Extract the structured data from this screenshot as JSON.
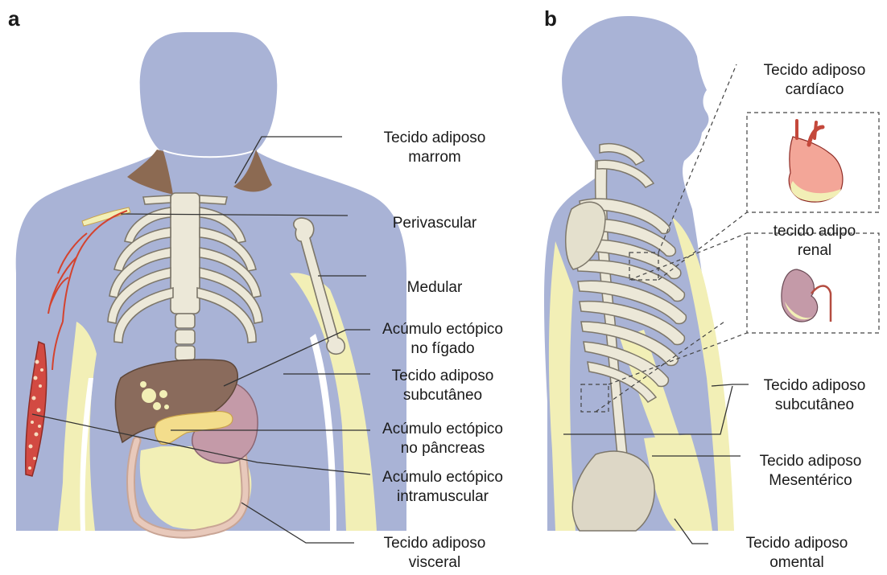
{
  "panels": {
    "a": {
      "letter": "a"
    },
    "b": {
      "letter": "b"
    }
  },
  "labels_a": {
    "brown": [
      "Tecido adiposo",
      "marrom"
    ],
    "perivascular": [
      "Perivascular"
    ],
    "medular": [
      "Medular"
    ],
    "liver": [
      "Acúmulo ectópico",
      "no fígado"
    ],
    "subcutaneous": [
      "Tecido adiposo",
      "subcutâneo"
    ],
    "pancreas": [
      "Acúmulo ectópico",
      "no pâncreas"
    ],
    "muscle": [
      "Acúmulo ectópico",
      "intramuscular"
    ],
    "visceral": [
      "Tecido adiposo",
      "visceral"
    ]
  },
  "labels_b": {
    "cardiac": [
      "Tecido adiposo",
      "cardíaco"
    ],
    "renal": [
      "tecido adipo",
      "renal"
    ],
    "subcutaneous": [
      "Tecido adiposo",
      "subcutâneo"
    ],
    "mesenteric": [
      "Tecido adiposo",
      "Mesentérico"
    ],
    "omental": [
      "Tecido adiposo",
      "omental"
    ]
  },
  "colors": {
    "body": "#a9b3d6",
    "fat": "#f2efb6",
    "bone": "#ece8d8",
    "bone_outline": "#7d776a",
    "brown_fat": "#8c6a52",
    "liver": "#8a6b5c",
    "pancreas": "#f3dd8c",
    "stomach": "#c49aa8",
    "intestine": "#e8c9bb",
    "muscle": "#d24a42",
    "vessel": "#d4432e"
  }
}
